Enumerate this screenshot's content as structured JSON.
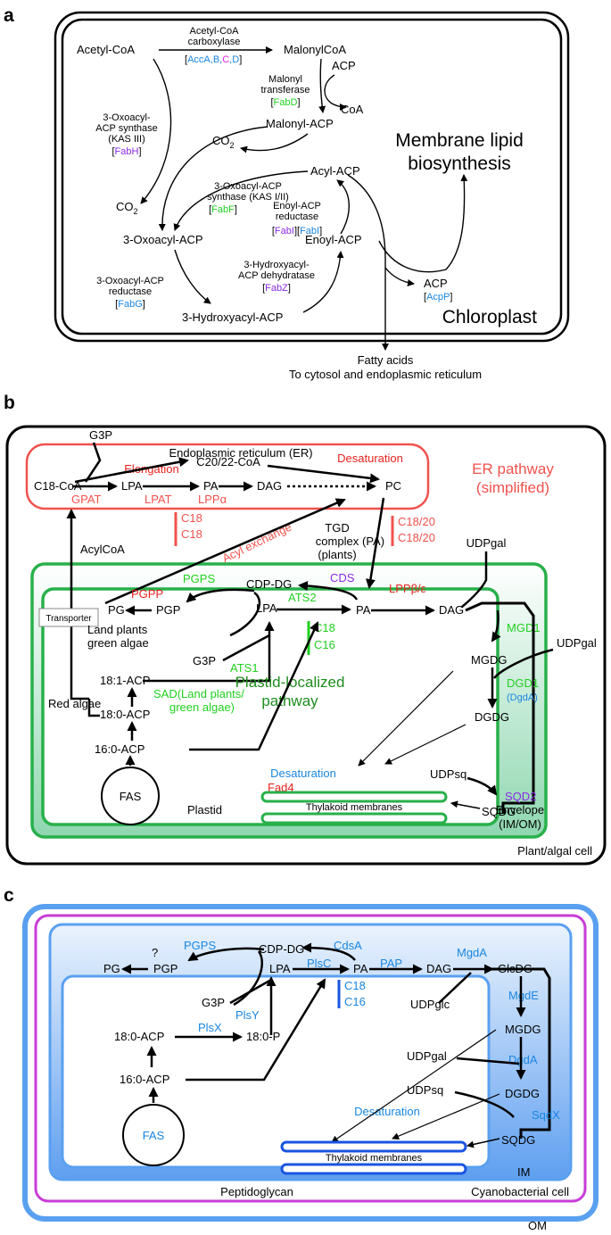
{
  "panel_a": {
    "letter": "a",
    "acetyl_coa": "Acetyl-CoA",
    "acc_name": "Acetyl-CoA",
    "acc_name2": "carboxylase",
    "acc_genes": {
      "open": "[",
      "a": "AccA",
      "comma1": ",",
      "b": "B",
      "comma2": ",",
      "c": "C",
      "comma3": ",",
      "d": "D",
      "close": "]"
    },
    "malonylcoa": "MalonylCoA",
    "acp_in": "ACP",
    "malonyl_transferase1": "Malonyl",
    "malonyl_transferase2": "transferase",
    "fabd": {
      "open": "[",
      "gene": "FabD",
      "close": "]"
    },
    "coa_out": "CoA",
    "malonyl_acp": "Malonyl-ACP",
    "kas3_1": "3-Oxoacyl-",
    "kas3_2": "ACP synthase",
    "kas3_3": "(KAS III)",
    "fabh": {
      "open": "[",
      "gene": "FabH",
      "close": "]"
    },
    "co2_top": "CO",
    "co2_top_sub": "2",
    "acyl_acp": "Acyl-ACP",
    "kas12_1": "3-Oxoacyl-ACP",
    "kas12_2": "synthase (KAS I/II)",
    "fabf": {
      "open": "[",
      "gene": "FabF",
      "close": "]"
    },
    "membrane1": "Membrane lipid",
    "membrane2": "biosynthesis",
    "co2_left": "CO",
    "co2_left_sub": "2",
    "enoyl_red1": "Enoyl-ACP",
    "enoyl_red2": "reductase",
    "fabi": {
      "open1": "[",
      "gene1": "FabI",
      "mid": "][",
      "gene2": "FabI",
      "close": "]"
    },
    "oxoacyl_acp": "3-Oxoacyl-ACP",
    "enoyl_acp": "Enoyl-ACP",
    "hydroxy_dh1": "3-Hydroxyacyl-",
    "hydroxy_dh2": "ACP dehydratase",
    "fabz": {
      "open": "[",
      "gene": "FabZ",
      "close": "]"
    },
    "oxo_red1": "3-Oxoacyl-ACP",
    "oxo_red2": "reductase",
    "fabg": {
      "open": "[",
      "gene": "FabG",
      "close": "]"
    },
    "acp_out": "ACP",
    "acpp": {
      "open": "[",
      "gene": "AcpP",
      "close": "]"
    },
    "hydroxyacyl_acp": "3-Hydroxyacyl-ACP",
    "chloroplast": "Chloroplast",
    "fatty_acids": "Fatty acids",
    "to_cytosol": "To cytosol and endoplasmic reticulum"
  },
  "panel_b": {
    "letter": "b",
    "g3p_top": "G3P",
    "er_title": "Endoplasmic reticulum (ER)",
    "elongation": "Elongation",
    "c2022coa": "C20/22-CoA",
    "desaturation_er": "Desaturation",
    "c18coa": "C18-CoA",
    "lpa_er": "LPA",
    "pa_er": "PA",
    "dag_er": "DAG",
    "pc_er": "PC",
    "er_pathway1": "ER pathway",
    "er_pathway2": "(simplified)",
    "gpat": "GPAT",
    "lpat": "LPAT",
    "lppa": "LPPα",
    "c18_1": "C18",
    "c18_2": "C18",
    "c1820_1": "C18/20",
    "c1820_2": "C18/20",
    "acyl_exchange": "Acyl exchange",
    "tgd1": "TGD",
    "tgd2": "complex",
    "tgd_pa": "(PA)",
    "tgd3": "(plants)",
    "acylcoa": "AcylCoA",
    "udpgal_top": "UDPgal",
    "pgps": "PGPS",
    "cdpdg": "CDP-DG",
    "cds": "CDS",
    "transporter": "Transporter",
    "pgpp": "PGPP",
    "pg": "PG",
    "pgp": "PGP",
    "lpa_pl": "LPA",
    "ats2": "ATS2",
    "pa_pl": "PA",
    "lppbe": "LPPβ/ε",
    "dag_pl": "DAG",
    "mgd1": "MGD1",
    "land_plants1": "Land plants",
    "land_plants2": "green algae",
    "g3p_pl": "G3P",
    "ats1": "ATS1",
    "c18_pl": "C18",
    "c16_pl": "C16",
    "mgdg": "MGDG",
    "udpgal_right": "UDPgal",
    "acp181": "18:1-ACP",
    "sad": "SAD(Land plants/",
    "sad2": "green algae)",
    "plastid_pathway1": "Plastid-localized",
    "plastid_pathway2": "pathway",
    "dgd1": "DGD1",
    "dgda": "(DgdA)",
    "red_algae": "Red algae",
    "acp180": "18:0-ACP",
    "dgdg": "DGDG",
    "acp160": "16:0-ACP",
    "desaturation_pl": "Desaturation",
    "udpsq": "UDPsq",
    "fad4": "Fad4",
    "sqd2": "SQD2",
    "fas": "FAS",
    "thylakoid": "Thylakoid membranes",
    "sqdg": "SQDG",
    "plastid": "Plastid",
    "envelope1": "Envelope",
    "envelope2": "(IM/OM)",
    "cell": "Plant/algal cell"
  },
  "panel_c": {
    "letter": "c",
    "cdpdg": "CDP-DG",
    "cdsa": "CdsA",
    "pgps": "PGPS",
    "q": "?",
    "pg": "PG",
    "pgp": "PGP",
    "lpa": "LPA",
    "plsc": "PlsC",
    "pa": "PA",
    "pap": "PAP",
    "dag": "DAG",
    "mgda": "MgdA",
    "glcdg": "GlcDG",
    "g3p": "G3P",
    "plsy": "PlsY",
    "c18": "C18",
    "c16": "C16",
    "udpglc": "UDPglc",
    "mgde": "MgdE",
    "acp180": "18:0-ACP",
    "plsx": "PlsX",
    "p180": "18:0-P",
    "mgdg": "MGDG",
    "udpgal": "UDPgal",
    "dgda": "DgdA",
    "acp160": "16:0-ACP",
    "udpsq": "UDPsq",
    "dgdg": "DGDG",
    "desaturation": "Desaturation",
    "sqdx": "SqdX",
    "fas": "FAS",
    "sqdg": "SQDG",
    "thylakoid": "Thylakoid membranes",
    "im": "IM",
    "peptidoglycan": "Peptidoglycan",
    "cell": "Cyanobacterial cell",
    "om": "OM"
  },
  "colors": {
    "enzyme_blue": "#1a86e0",
    "enzyme_green": "#21d021",
    "enzyme_purple": "#8a2be2",
    "enzyme_red": "#e8231f",
    "er_red": "#f0524d",
    "envelope_green": "#28b04a",
    "cyano_blue": "#5aa0f0",
    "cyano_magenta": "#c83cd8"
  }
}
